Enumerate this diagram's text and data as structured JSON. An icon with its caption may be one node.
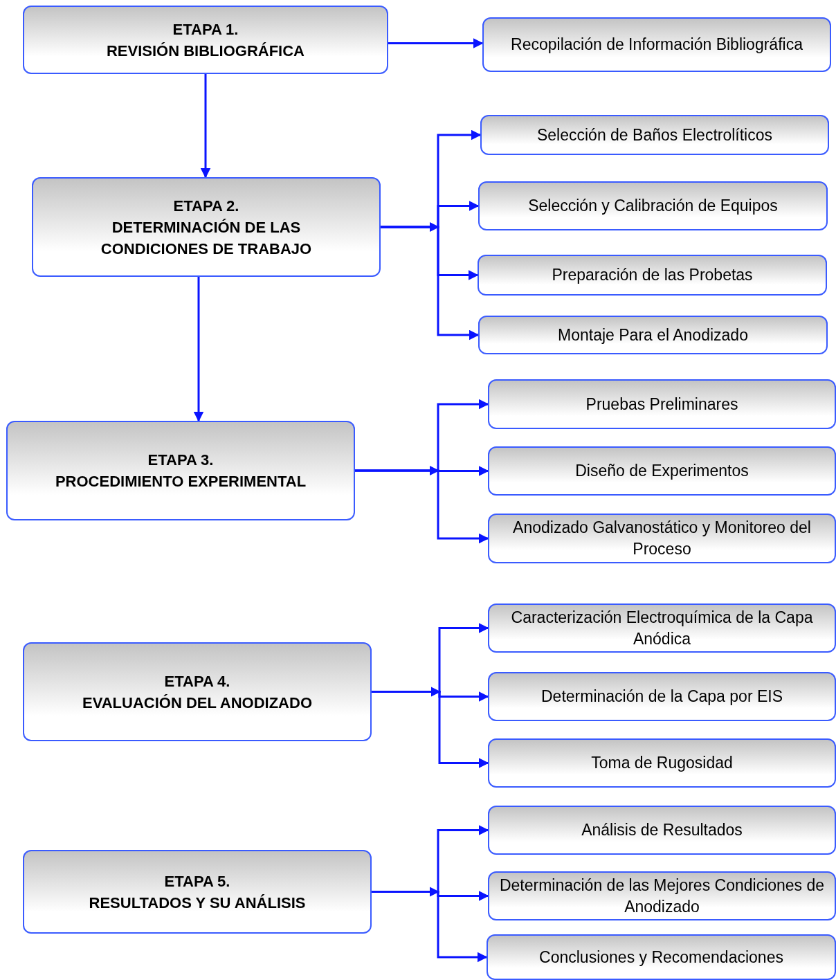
{
  "diagram": {
    "nodes": [
      {
        "text": [
          "ETAPA 1.",
          "REVISIÓN BIBLIOGRÁFICA"
        ]
      },
      {
        "text": [
          "Recopilación de Información Bibliográfica"
        ]
      },
      {
        "text": [
          "ETAPA 2.",
          "DETERMINACIÓN DE LAS CONDICIONES DE  TRABAJO"
        ]
      },
      {
        "text": [
          "Selección de Baños Electrolíticos"
        ]
      },
      {
        "text": [
          "Selección y Calibración de Equipos"
        ]
      },
      {
        "text": [
          "Preparación de las Probetas"
        ]
      },
      {
        "text": [
          "Montaje Para el Anodizado"
        ]
      },
      {
        "text": [
          "ETAPA 3.",
          "PROCEDIMIENTO EXPERIMENTAL"
        ]
      },
      {
        "text": [
          "Pruebas Preliminares"
        ]
      },
      {
        "text": [
          "Diseño de Experimentos"
        ]
      },
      {
        "text": [
          "Anodizado Galvanostático y Monitoreo del Proceso"
        ]
      },
      {
        "text": [
          "ETAPA 4.",
          "EVALUACIÓN DEL ANODIZADO"
        ]
      },
      {
        "text": [
          "Caracterización Electroquímica de la Capa Anódica"
        ]
      },
      {
        "text": [
          "Determinación de la Capa por EIS"
        ]
      },
      {
        "text": [
          "Toma de Rugosidad"
        ]
      },
      {
        "text": [
          "ETAPA 5.",
          "RESULTADOS Y SU ANÁLISIS"
        ]
      },
      {
        "text": [
          "Análisis de Resultados"
        ]
      },
      {
        "text": [
          "Determinación de las Mejores Condiciones de Anodizado"
        ]
      },
      {
        "text": [
          "Conclusiones y Recomendaciones"
        ]
      }
    ],
    "edges": [
      {
        "from": 0,
        "to": 1,
        "arrow": "to"
      },
      {
        "from": 0,
        "to": 2,
        "arrow": "to"
      },
      {
        "from": 2,
        "to": 3,
        "arrow": "to"
      },
      {
        "from": 2,
        "to": 4,
        "arrow": "to"
      },
      {
        "from": 2,
        "to": 5,
        "arrow": "to"
      },
      {
        "from": 2,
        "to": 6,
        "arrow": "to"
      },
      {
        "from": 2,
        "to": 7,
        "arrow": "to"
      },
      {
        "from": 7,
        "to": 8,
        "arrow": "to"
      },
      {
        "from": 7,
        "to": 9,
        "arrow": "to"
      },
      {
        "from": 7,
        "to": 10,
        "arrow": "to"
      },
      {
        "from": 11,
        "to": 12,
        "arrow": "to"
      },
      {
        "from": 11,
        "to": 13,
        "arrow": "to"
      },
      {
        "from": 11,
        "to": 14,
        "arrow": "to"
      },
      {
        "from": 15,
        "to": 16,
        "arrow": "to"
      },
      {
        "from": 15,
        "to": 17,
        "arrow": "to"
      },
      {
        "from": 15,
        "to": 18,
        "arrow": "to"
      }
    ]
  }
}
